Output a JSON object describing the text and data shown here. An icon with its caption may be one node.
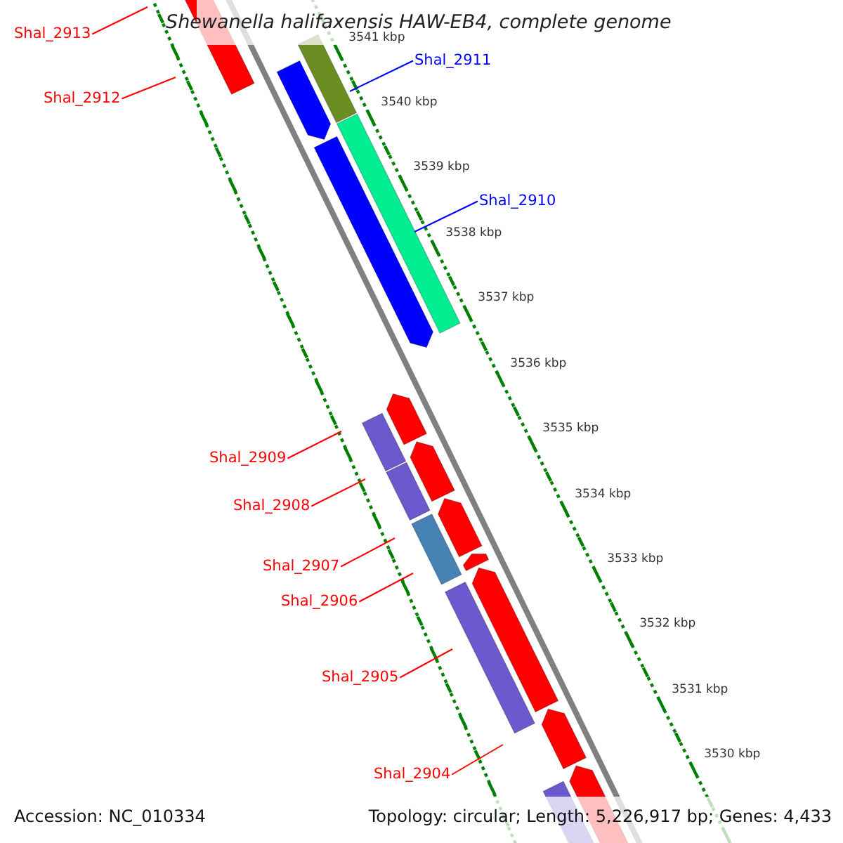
{
  "diagram": {
    "title": "Shewanella halifaxensis HAW-EB4, complete genome",
    "nodes": [
      {
        "text": [
          "Shal_2913"
        ]
      },
      {
        "text": [
          "Shal_2911"
        ]
      },
      {
        "text": [
          "Shal_2912"
        ]
      },
      {
        "text": [
          "Shal_2910"
        ]
      },
      {
        "text": [
          "Shal_2909"
        ]
      },
      {
        "text": [
          "Shal_2908"
        ]
      },
      {
        "text": [
          "Shal_2907"
        ]
      },
      {
        "text": [
          "Shal_2906"
        ]
      },
      {
        "text": [
          "Shal_2905"
        ]
      },
      {
        "text": [
          "Shal_2904"
        ]
      }
    ],
    "edges": [
      {
        "from": 0,
        "to": null,
        "arrow": "none"
      },
      {
        "from": 1,
        "to": null,
        "arrow": "none",
        "color": "#0000ff"
      },
      {
        "from": 2,
        "to": null,
        "arrow": "none"
      },
      {
        "from": 3,
        "to": null,
        "arrow": "none",
        "color": "#0000ff"
      },
      {
        "from": 4,
        "to": null,
        "arrow": "none"
      },
      {
        "from": 5,
        "to": null,
        "arrow": "none"
      },
      {
        "from": 6,
        "to": null,
        "arrow": "none"
      },
      {
        "from": 7,
        "to": null,
        "arrow": "none"
      },
      {
        "from": 8,
        "to": null,
        "arrow": "none"
      },
      {
        "from": 9,
        "to": null,
        "arrow": "none"
      }
    ],
    "labels": [
      "3541 kbp",
      "3540 kbp",
      "3539 kbp",
      "3538 kbp",
      "3537 kbp",
      "3536 kbp",
      "3535 kbp",
      "3534 kbp",
      "3533 kbp",
      "3532 kbp",
      "3531 kbp",
      "3530 kbp",
      "Accession: NC_010334",
      "Topology: circular; Length: 5,226,917 bp; Genes: 4,433"
    ]
  }
}
